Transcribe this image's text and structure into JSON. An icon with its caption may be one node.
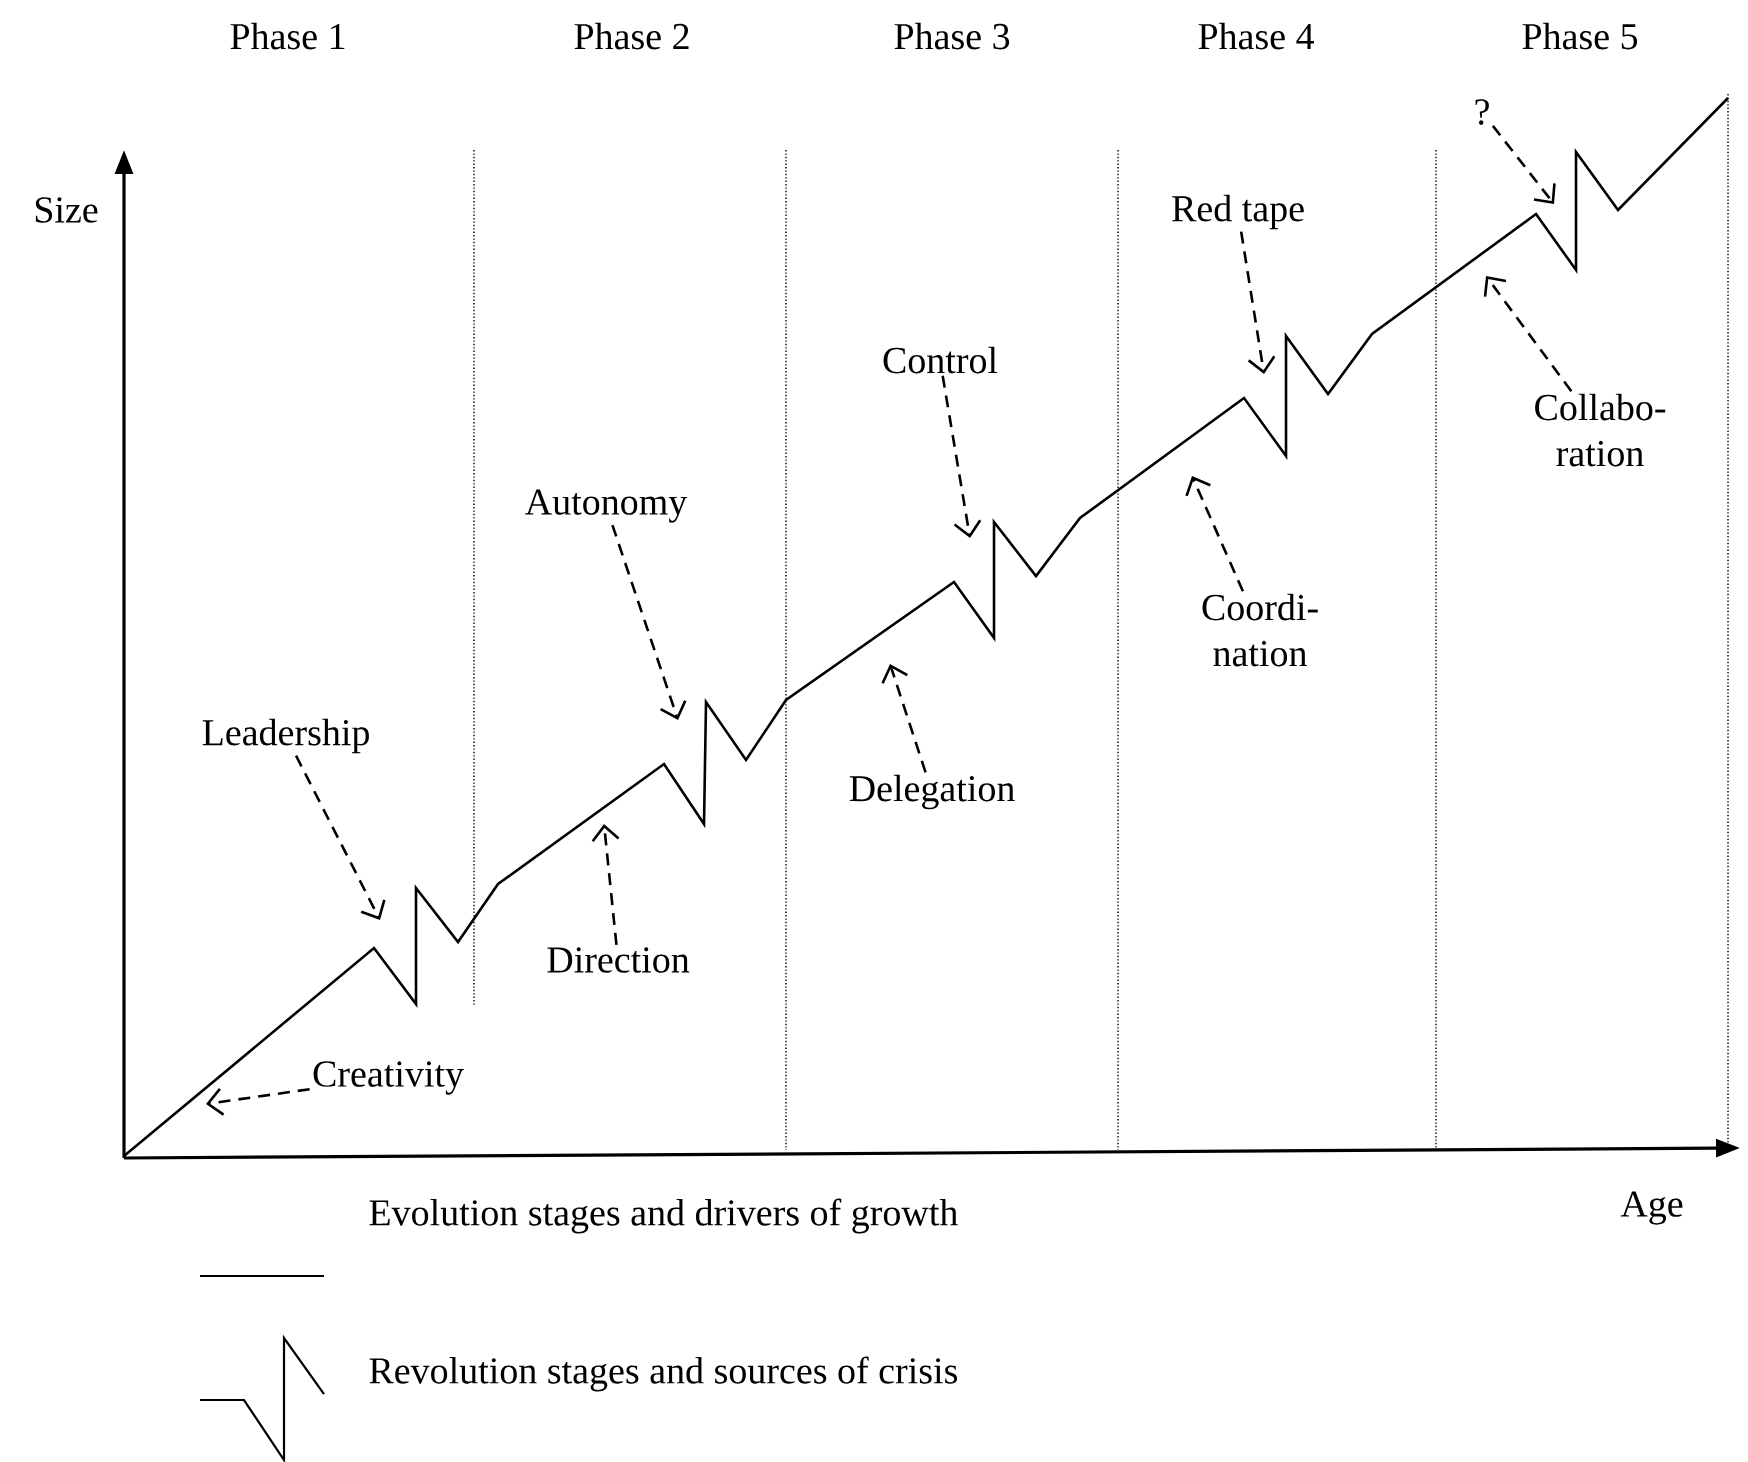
{
  "diagram": {
    "nodes": [
      {
        "text": [
          "Leadership"
        ]
      },
      {
        "text": [
          "Creativity"
        ]
      },
      {
        "text": [
          "Autonomy"
        ]
      },
      {
        "text": [
          "Direction"
        ]
      },
      {
        "text": [
          "Control"
        ]
      },
      {
        "text": [
          "Delegation"
        ]
      },
      {
        "text": [
          "Red tape"
        ]
      },
      {
        "text": [
          "Coordi- nation"
        ]
      },
      {
        "text": [
          "?"
        ]
      },
      {
        "text": [
          "Collabo- ration"
        ]
      }
    ],
    "edges": [
      {
        "from": 0,
        "to": null,
        "arrow": "to",
        "style": "dashed"
      },
      {
        "from": 1,
        "to": null,
        "arrow": "to",
        "style": "dashed"
      },
      {
        "from": 2,
        "to": null,
        "arrow": "to",
        "style": "dashed"
      },
      {
        "from": 3,
        "to": null,
        "arrow": "to",
        "style": "dashed"
      },
      {
        "from": 4,
        "to": null,
        "arrow": "to",
        "style": "dashed"
      },
      {
        "from": 5,
        "to": null,
        "arrow": "to",
        "style": "dashed"
      },
      {
        "from": 6,
        "to": null,
        "arrow": "to",
        "style": "dashed"
      },
      {
        "from": 7,
        "to": null,
        "arrow": "to",
        "style": "dashed"
      },
      {
        "from": 8,
        "to": null,
        "arrow": "to",
        "style": "dashed"
      },
      {
        "from": 9,
        "to": null,
        "arrow": "to",
        "style": "dashed"
      }
    ],
    "labels": [
      "Phase 1",
      "Phase 2",
      "Phase 3",
      "Phase 4",
      "Phase 5",
      "Size",
      "Age"
    ],
    "legend": [
      {
        "text": "Evolution stages and drivers of growth"
      },
      {
        "text": "Revolution stages and sources of crisis"
      }
    ]
  }
}
